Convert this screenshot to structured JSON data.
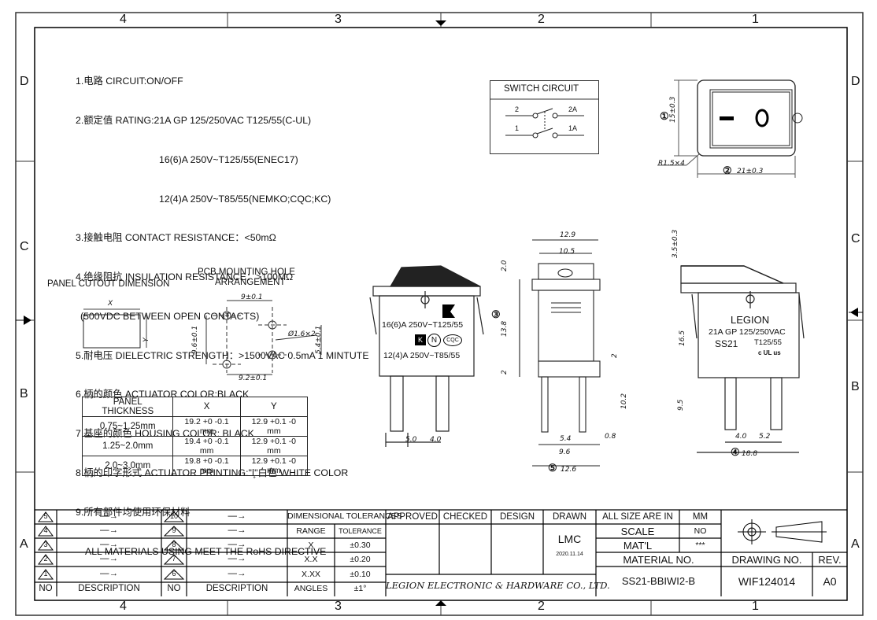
{
  "zones": {
    "top": [
      "4",
      "3",
      "2",
      "1"
    ],
    "bottom": [
      "4",
      "3",
      "2",
      "1"
    ],
    "left": [
      "D",
      "C",
      "B",
      "A"
    ],
    "right": [
      "D",
      "C",
      "B",
      "A"
    ]
  },
  "notes": [
    "1.电路 CIRCUIT:ON/OFF",
    "2.额定值 RATING:21A GP 125/250VAC T125/55(C-UL)",
    "16(6)A 250V~T125/55(ENEC17)",
    "12(4)A 250V~T85/55(NEMKO;CQC;KC)",
    "3.接触电阻 CONTACT RESISTANCE：<50mΩ",
    "4.绝缘阻抗 INSULATION RESISTANCE：>100MΩ",
    "(500VDC BETWEEN OPEN CONTACTS)",
    "5.耐电压 DIELECTRIC STRENGTH：>1500VAC 0.5mA 1 MINTUTE",
    "6.柄的颜色 ACTUATOR COLOR:BLACK",
    "7.基座的颜色 HOUSING COLOR: BLACK",
    "8.柄的印字形式 ACTUATOR PRINTING:\"ǀ̥\"白色 WHITE COLOR",
    "9.所有部件均使用环保材料",
    "ALL MATERIALS USING MEET THE RoHS DIRECTIVE"
  ],
  "switch_circuit": {
    "title": "SWITCH CIRCUIT",
    "pins": [
      "2",
      "2A",
      "1",
      "1A"
    ]
  },
  "panel_cutout": {
    "title": "PANEL CUTOUT DIMENSION",
    "x_label": "X",
    "y_label": "Y"
  },
  "pcb": {
    "title_line1": "PCB MOUNTING HOLE",
    "title_line2": "ARRANGEMENT",
    "dims": [
      "9±0.1",
      "9.6±0.1",
      "Ø1.6×2",
      "5.4±0.1",
      "9.2±0.1"
    ]
  },
  "panel_table": {
    "headers": [
      "PANEL THICKNESS",
      "X",
      "Y"
    ],
    "rows": [
      [
        "0.75~1.25mm",
        "19.2 +0 -0.1 mm",
        "12.9 +0.1 -0 mm"
      ],
      [
        "1.25~2.0mm",
        "19.4 +0 -0.1 mm",
        "12.9 +0.1 -0 mm"
      ],
      [
        "2.0~3.0mm",
        "19.8 +0 -0.1 mm",
        "12.9 +0.1 -0 mm"
      ]
    ]
  },
  "top_view_dims": [
    "15±0.3",
    "R1.5×4",
    "21±0.3"
  ],
  "side_view": {
    "marking1": "16(6)A 250V~T125/55",
    "marking2": "12(4)A 250V~T85/55",
    "cert1": "N",
    "cert2": "CQC",
    "dims": [
      "5.0",
      "4.0"
    ]
  },
  "end_view_dims": [
    "12.9",
    "10.5",
    "2.0",
    "13.8",
    "2",
    "2",
    "10.2",
    "5.4",
    "0.8",
    "9.6",
    "12.6"
  ],
  "right_view": {
    "brand": "LEGION",
    "rating": "21A GP 125/250VAC",
    "model": "SS21",
    "temp": "T125/55",
    "ul": "c UL us",
    "dims": [
      "3.5±0.3",
      "16.5",
      "9.5",
      "4.0",
      "5.2",
      "18.8"
    ]
  },
  "circled": [
    "1",
    "2",
    "3",
    "4",
    "5"
  ],
  "revisions": {
    "left_nos": [
      "5",
      "4",
      "3",
      "2",
      "1"
    ],
    "right_nos": [
      "10",
      "9",
      "8",
      "7",
      "6"
    ],
    "arrow": "—→",
    "no_header": "NO",
    "desc_header": "DESCRIPTION"
  },
  "tolerances": {
    "title": "DIMENSIONAL TOLERANCES",
    "range_h": "RANGE",
    "tol_h": "TOLERANCE",
    "rows": [
      [
        "X",
        "±0.30"
      ],
      [
        "X.X",
        "±0.20"
      ],
      [
        "X.XX",
        "±0.10"
      ],
      [
        "ANGLES",
        "±1°"
      ]
    ]
  },
  "approval": {
    "approved": "APPROVED",
    "checked": "CHECKED",
    "design": "DESIGN",
    "drawn": "DRAWN",
    "drawer": "LMC",
    "date": "2020.11.14"
  },
  "company": "LEGION ELECTRONIC & HARDWARE CO., LTD.",
  "meta": {
    "size_label": "ALL SIZE ARE IN",
    "size_unit": "MM",
    "scale_label": "SCALE",
    "scale_value": "NO",
    "mat_label": "MAT'L",
    "mat_value": "***",
    "material_no_label": "MATERIAL NO.",
    "material_no": "SS21-BBIWI2-B",
    "drawing_no_label": "DRAWING NO.",
    "drawing_no": "WIF124014",
    "rev_label": "REV.",
    "rev": "A0"
  }
}
